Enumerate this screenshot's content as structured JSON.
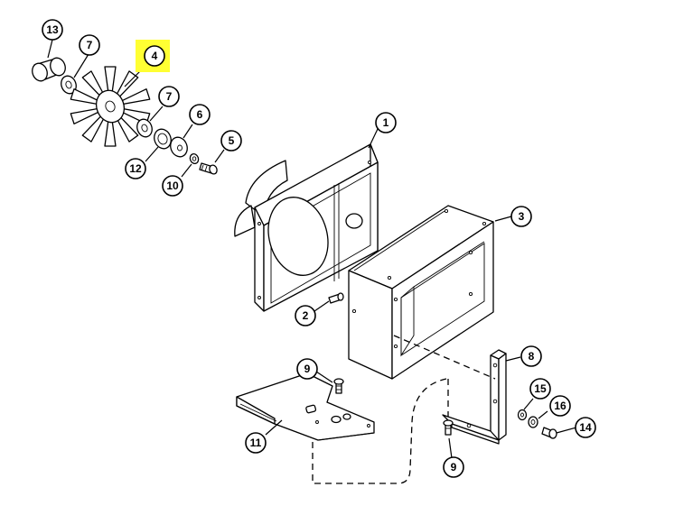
{
  "callouts": [
    {
      "id": "c13",
      "label": "13"
    },
    {
      "id": "c7a",
      "label": "7"
    },
    {
      "id": "c4",
      "label": "4",
      "highlight": "#ffff33"
    },
    {
      "id": "c7b",
      "label": "7"
    },
    {
      "id": "c6",
      "label": "6"
    },
    {
      "id": "c5",
      "label": "5"
    },
    {
      "id": "c12",
      "label": "12"
    },
    {
      "id": "c10",
      "label": "10"
    },
    {
      "id": "c1",
      "label": "1"
    },
    {
      "id": "c3",
      "label": "3"
    },
    {
      "id": "c2",
      "label": "2"
    },
    {
      "id": "c8",
      "label": "8"
    },
    {
      "id": "c9a",
      "label": "9"
    },
    {
      "id": "c15",
      "label": "15"
    },
    {
      "id": "c16",
      "label": "16"
    },
    {
      "id": "c14",
      "label": "14"
    },
    {
      "id": "c11",
      "label": "11"
    },
    {
      "id": "c9b",
      "label": "9"
    }
  ]
}
